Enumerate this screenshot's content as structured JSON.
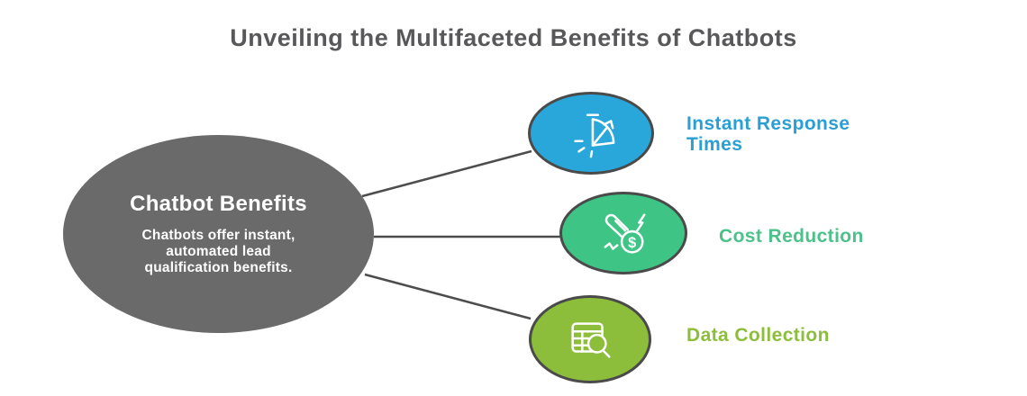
{
  "title": "Unveiling the Multifaceted Benefits of Chatbots",
  "center": {
    "heading": "Chatbot Benefits",
    "description_lines": [
      "Chatbots offer instant,",
      "automated lead",
      "qualification benefits."
    ],
    "fill": "#6a6a6a",
    "text_color": "#ffffff"
  },
  "nodes": [
    {
      "label": "Instant Response Times",
      "icon": "stopwatch-icon",
      "fill": "#2aa7da",
      "label_color": "#2b9fd4"
    },
    {
      "label": "Cost Reduction",
      "icon": "rocket-dollar-icon",
      "fill": "#3ec484",
      "label_color": "#4cc189"
    },
    {
      "label": "Data Collection",
      "icon": "table-search-icon",
      "fill": "#8cbe3c",
      "label_color": "#8cbe3c"
    }
  ],
  "colors": {
    "background": "#ffffff",
    "title_text": "#58585a",
    "connector": "#4d4d4d",
    "node_border": "#4a4a4a",
    "icon_stroke": "#ffffff"
  }
}
